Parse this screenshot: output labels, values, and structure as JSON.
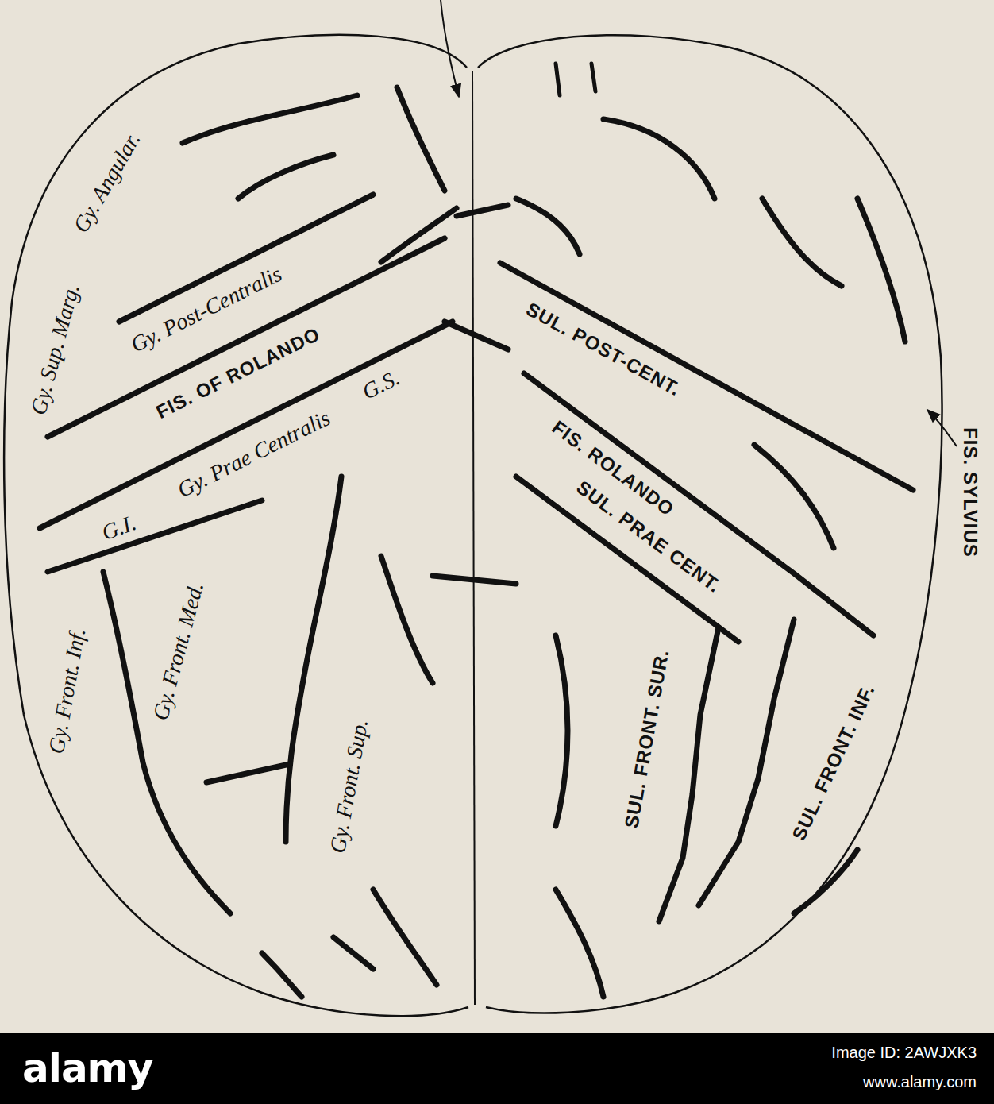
{
  "diagram": {
    "labels": [
      "Gy. Angular.",
      "Gy. Sup. Marg.",
      "Gy. Post-Centralis",
      "FIS. OF ROLANDO",
      "SUL. POST-CENT.",
      "G.S.",
      "FIS. ROLANDO",
      "FIS. SYLVIUS",
      "Gy. Prae Centralis",
      "SUL. PRAE CENT.",
      "G.I.",
      "Gy. Front. Inf.",
      "Gy. Front. Med.",
      "SUL. FRONT. SUR.",
      "SUL. FRONT. INF.",
      "Gy. Front. Sup.",
      "alamy",
      "Image ID: 2AWJXK3",
      "www.alamy.com"
    ]
  }
}
